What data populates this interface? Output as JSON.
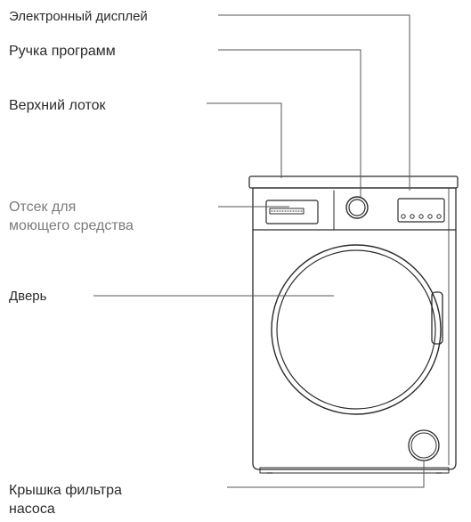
{
  "labels": {
    "display": "Электронный дисплей",
    "knob": "Ручка программ",
    "top_tray": "Верхний лоток",
    "compartment_line1": "Отсек для",
    "compartment_line2": "моющего средства",
    "door": "Дверь",
    "filter_line1": "Крышка фильтра",
    "filter_line2": "насоса"
  },
  "colors": {
    "ink": "#2b2b2b",
    "muted_label": "#7a7a7a",
    "leader": "#555555",
    "background": "#ffffff"
  }
}
